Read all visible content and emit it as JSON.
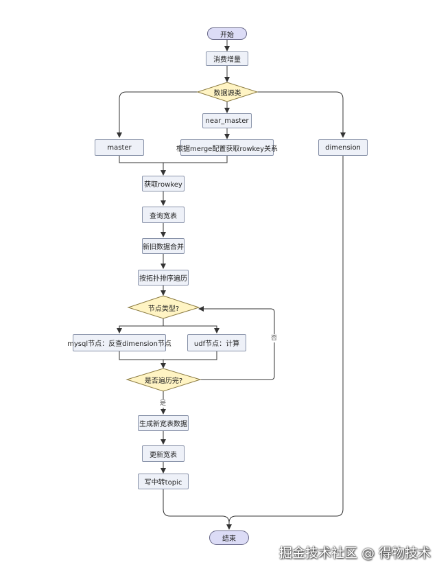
{
  "nodes": {
    "start": "开始",
    "consume": "消费增量",
    "source_type": "数据源类",
    "near_master": "near_master",
    "master": "master",
    "merge_config": "根据merge配置获取rowkey关系",
    "dimension": "dimension",
    "get_rowkey": "获取rowkey",
    "query_wide": "查询宽表",
    "merge_old_new": "新旧数据合并",
    "topo_traverse": "按拓扑排序遍历",
    "node_type": "节点类型?",
    "mysql_node": "mysql节点：反查dimension节点",
    "udf_node": "udf节点：计算",
    "traverse_done": "是否遍历完?",
    "gen_wide": "生成新宽表数据",
    "update_wide": "更新宽表",
    "write_topic": "写中转topic",
    "end": "结束"
  },
  "edge_labels": {
    "no": "否",
    "yes": "是"
  },
  "watermark": "掘金技术社区 @ 得物技术"
}
